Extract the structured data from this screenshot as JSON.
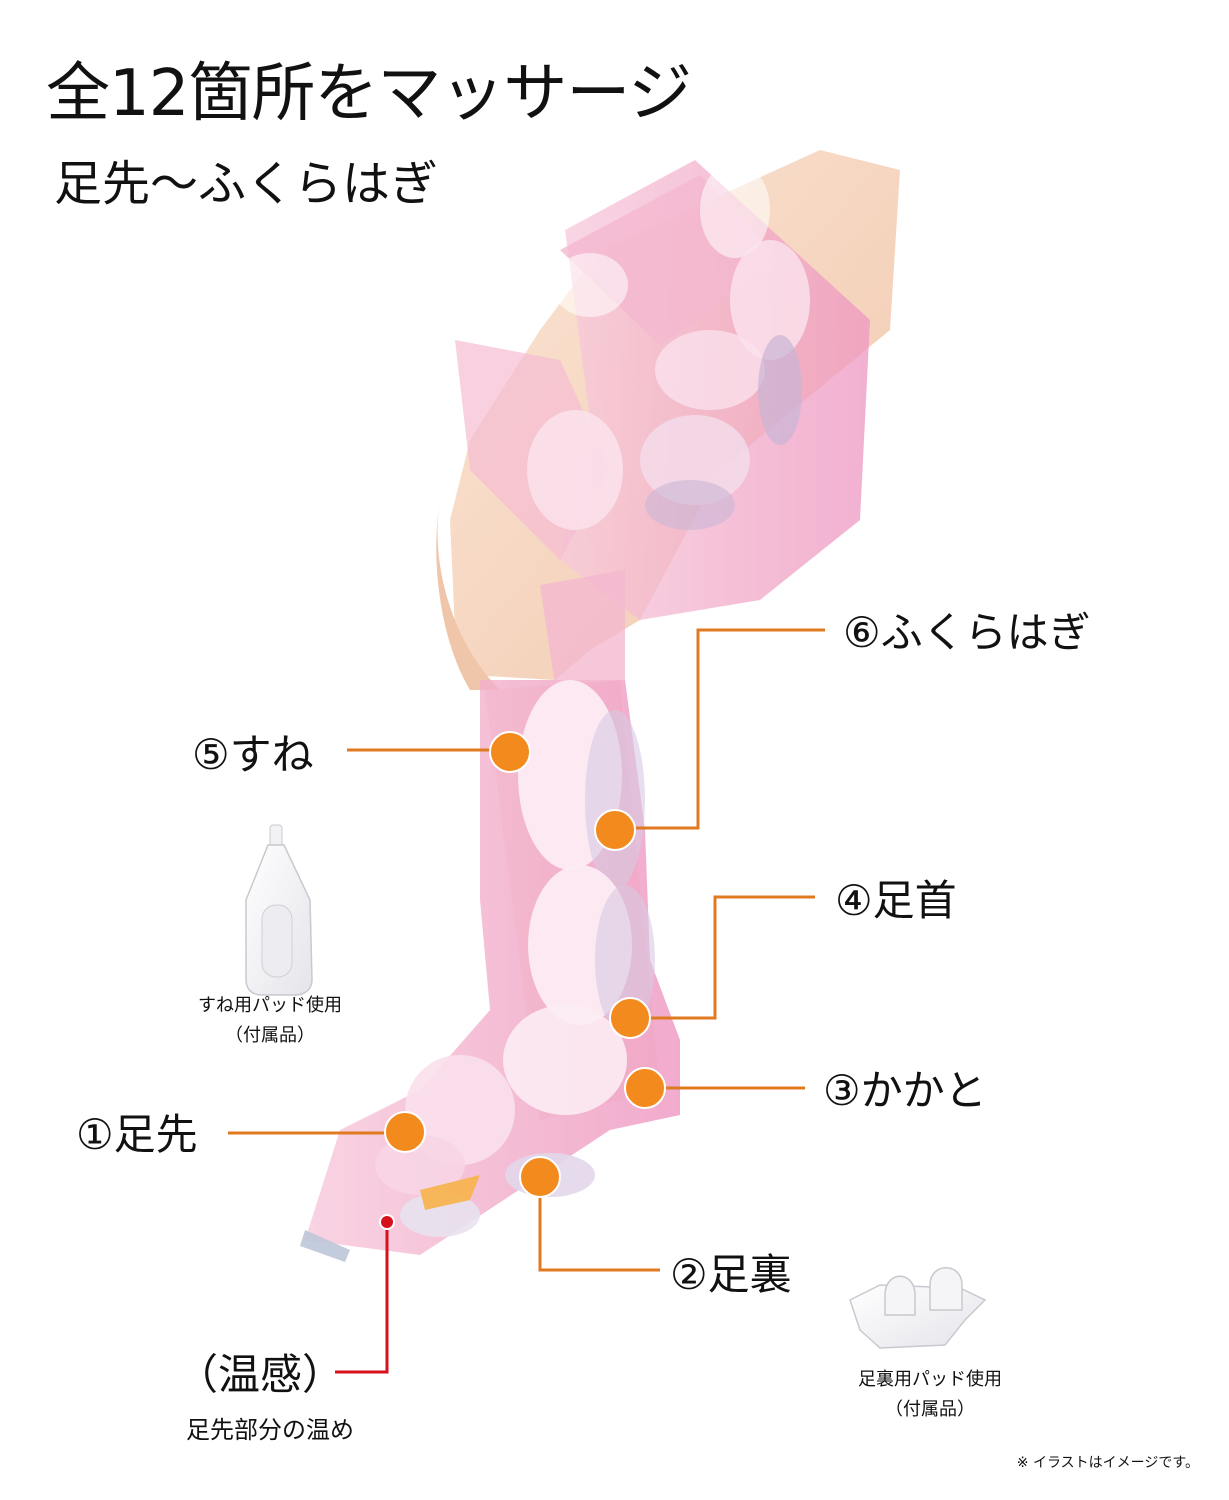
{
  "title": "全12箇所をマッサージ",
  "subtitle": "足先〜ふくらはぎ",
  "points": {
    "calf": "⑥ふくらはぎ",
    "shin": "⑤すね",
    "ankle": "④足首",
    "heel": "③かかと",
    "toe": "①足先",
    "sole": "②足裏"
  },
  "warm": {
    "title": "（温感）",
    "desc": "足先部分の温め"
  },
  "shin_pad": {
    "line1": "すね用パッド使用",
    "line2": "（付属品）"
  },
  "sole_pad": {
    "line1": "足裏用パッド使用",
    "line2": "（付属品）"
  },
  "note": "※ イラストはイメージです。",
  "colors": {
    "marker": "#f28a1e",
    "leader": "#e07a20",
    "warm_marker": "#d6111c",
    "sleeve": "#f3b6cf",
    "skin": "#f6d6bf"
  }
}
